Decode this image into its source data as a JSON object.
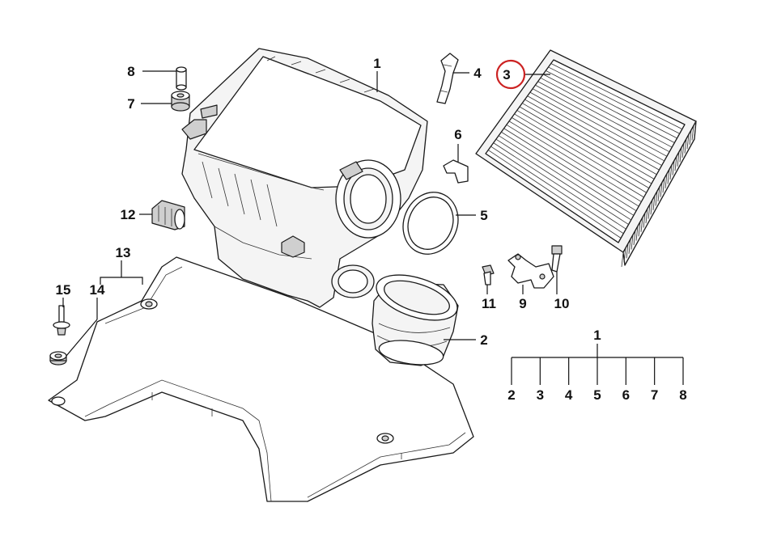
{
  "callouts": {
    "c1": "1",
    "c2": "2",
    "c3": "3",
    "c4": "4",
    "c5": "5",
    "c6": "6",
    "c7": "7",
    "c8": "8",
    "c9": "9",
    "c10": "10",
    "c11": "11",
    "c12": "12",
    "c13": "13",
    "c14": "14",
    "c15": "15"
  },
  "legend": {
    "root": "1",
    "children": [
      "2",
      "3",
      "4",
      "5",
      "6",
      "7",
      "8"
    ]
  },
  "colors": {
    "highlight": "#cc2222",
    "line": "#111111"
  },
  "highlighted_part": "3"
}
